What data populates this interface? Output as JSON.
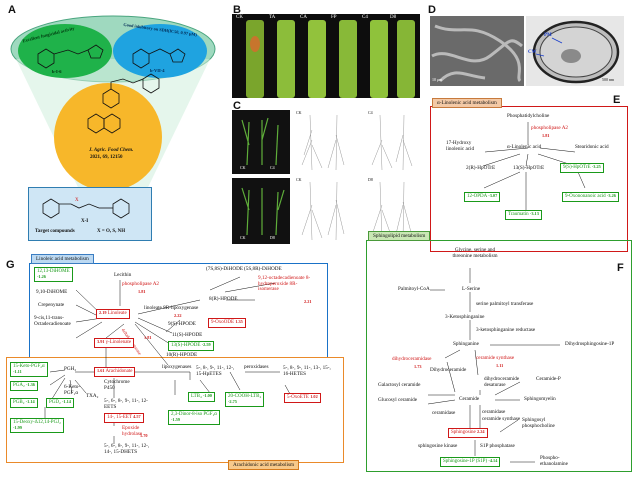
{
  "panels": {
    "a": "A",
    "b": "B",
    "c": "C",
    "d": "D",
    "e": "E",
    "f": "F",
    "g": "G"
  },
  "panelA": {
    "left_oval_title": "Excellent fungicidal activity",
    "left_compound": "b-I-6",
    "right_oval_title": "Good inhibitory on SDH(IC50, 0.97 μM)",
    "right_compound": "b-VII-4",
    "ref_journal": "J. Agric. Food Chem.",
    "ref_year": "2021, 69, 12150",
    "target_compound": "X-I",
    "target_label": "Target compounds",
    "target_x": "X = O, S, NH",
    "colors": {
      "green_oval": "#1fb24a",
      "blue_oval": "#1fa3e0",
      "orange_circle": "#f7b72a",
      "target_box": "#cfe6f5",
      "outer_oval": "#9fd9bf"
    }
  },
  "panelB": {
    "labels": [
      "CK",
      "TA",
      "CA",
      "FP",
      "C4",
      "D8"
    ]
  },
  "panelC": {
    "labels": [
      "CK",
      "C4",
      "CK",
      "C4",
      "CK",
      "D8",
      "CK",
      "D8"
    ]
  },
  "panelD": {
    "labels": [
      "PM",
      "CW"
    ],
    "scale_left": "10 μm",
    "scale_right": "500 nm"
  },
  "panelE": {
    "title": "α-Linolenic acid metabolism",
    "nodes": {
      "pc": "Phosphatidylcholine",
      "pla2": "phospholipase A2",
      "pla2_fold": "1.81",
      "hla": "17-Hydroxy linolenic acid",
      "ala": "α-Linolenic acid",
      "stearidonic": "Stearidonic acid",
      "h2r": "2(R)-HpOTrE",
      "h13": "13(S)-HpOTrE",
      "h9": "9(S)-HpOTrE",
      "h9_fold": "-3.25",
      "opda": "12-OPDA",
      "opda_fold": "-3.07",
      "oxonon": "9-Oxononanoic acid",
      "oxonon_fold": "-3.26",
      "traumatin": "Traumatin",
      "traumatin_fold": "-3.13"
    }
  },
  "panelG": {
    "lin_title": "Linoleic acid metabolism",
    "ara_title": "Arachidonic acid metabolism",
    "nodes": {
      "diHome1213": "12,13-DiHOME",
      "diHome1213_fold": "-1.26",
      "diHome910": "9,10-DiHOME",
      "crepenynate": "Crepenynate",
      "cis9": "9-cis,11-trans-Octadecadienoate",
      "lecithin": "Lecithin",
      "pla2": "phospholipase A2",
      "pla2_fold": "1.81",
      "linoleate": "Linoleate",
      "linoleate_fold": "2.19",
      "lox8r": "linoleate 8R-lipoxygenase",
      "lox8r_fold": "2.22",
      "dhode7": "(7S,8S)-DiHODE",
      "dhode58": "(5S,8R)-DiHODE",
      "hpode8r": "8(R)-HPODE",
      "octadeca": "9,12-octadecadienoate 8-hydroperoxide 8R-isomerase",
      "octadeca_fold": "2.21",
      "hpode9": "9(S)-HPODE",
      "oxode9": "9-OxoODE",
      "oxode9_fold": "1.35",
      "hode11": "11(S)-HPODE",
      "hpode13": "13(S)-HPODE",
      "hpode13_fold": "-2.59",
      "hpode10": "10(R)-HPODE",
      "gla": "γ-Linolenate",
      "gla_fold": "3.91",
      "delta6": "delta6-desaturase",
      "delta6_fold": "1.81",
      "pgh2": "PGH₂",
      "ketopgf": "15-Keto-PGF₂α",
      "ketopgf_fold": "-1.11",
      "pga2": "PGA₂",
      "pga2_fold": "-1.36",
      "pgb2": "PGB₂",
      "pgb2_fold": "-1.14",
      "pgd2": "PGD₂",
      "pgd2_fold": "-1.14",
      "deoxy": "15-Deoxy-Δ12,14-PGJ₂",
      "deoxy_fold": "-1.99",
      "keto6": "6-Keto-PGF₁α",
      "txa2": "TXA₂",
      "arachidonate": "Arachidonate",
      "arachidonate_fold": "1.61",
      "cyp450": "Cytochrome P450",
      "eets": "5-, 6-, 8-, 9-, 11-, 12-EETS",
      "eet1415": "14-, 15-EET",
      "eet1415_fold": "4.57",
      "epoxide": "Epoxide hydrolase",
      "epoxide_fold": "1.70",
      "dhets": "5-, 6-, 8-, 9-, 11-, 12-, 14-, 15-DHETS",
      "lipoxygenases": "lipoxygenases",
      "hpetes": "5-, 8-, 9-, 11-, 12-, 15-HpETES",
      "peroxidases": "peroxidases",
      "hetes": "5-, 8-, 9-, 11-, 13-, 15-, 16-HETES",
      "ltb4": "LTB₄",
      "ltb4_fold": "-1.00",
      "cooh": "20-COOH-LTB₄",
      "cooh_fold": "-2.75",
      "dinor": "2,3-Dinor-8-iso PGF₂α",
      "dinor_fold": "-1.59",
      "oxoete": "5-OxoETE",
      "oxoete_fold": "1.02"
    }
  },
  "panelF": {
    "title": "Sphingolipid metabolism",
    "nodes": {
      "glycine": "Glycine, serine and threonine metabolism",
      "palmitoyl": "Palmitoyl-CoA",
      "lserine": "L-Serine",
      "spt": "serine palmitoyl transferase",
      "ketosph": "3-Ketosphinganine",
      "ketored": "3-ketosphinganine reductase",
      "sphinganine": "Sphinganine",
      "dhs1p": "Dihydrosphingosine-1P",
      "dhcerdase": "dihydroceramidase",
      "dhcerdase_fold": "1.73",
      "cersyn": "ceramide synthase",
      "cersyn_fold": "1.11",
      "dhcer": "Dihydroceramide",
      "galcer": "Galactosyl ceramide",
      "dhcerdes": "dihydroceramide desaturase",
      "cerp": "Ceramide-P",
      "glccer": "Glucosyl ceramide",
      "ceramide": "Ceramide",
      "sphingomyelin": "Sphingomyelin",
      "ceramidase": "ceramidase",
      "ceramidase2": "ceramidase",
      "cersyn2": "ceramide synthase",
      "sphingosine": "Sphingosine",
      "sphingosine_fold": "2.24",
      "sphphos": "Sphingosyl phosphocholine",
      "sphkinase": "sphingosine kinase",
      "s1pphos": "S1P phosphatase",
      "s1p": "Sphingosine-1P (S1P)",
      "s1p_fold": "-4.14",
      "phosphoeth": "Phospho-ethanolamine"
    }
  }
}
